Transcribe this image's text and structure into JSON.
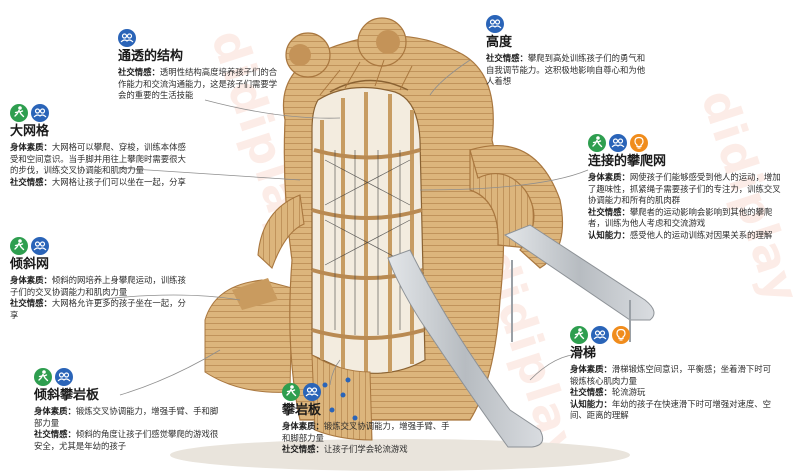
{
  "colors": {
    "physical_icon": "#2e9e4f",
    "social_icon": "#2a64b8",
    "cognitive_icon": "#f08c1c",
    "wood": "#d9b27a",
    "wood_dark": "#b8874c",
    "slide_steel": "#c8ccd0"
  },
  "icons": {
    "physical": "person-running-icon",
    "social": "people-group-icon",
    "cognitive": "lightbulb-icon"
  },
  "watermark": "didiplay",
  "callouts": [
    {
      "id": "transparent",
      "title": "通透的结构",
      "icons": [
        "social"
      ],
      "rows": [
        {
          "label": "社交情感：",
          "text": "透明性结构高度培养孩子们的合作能力和交流沟通能力，这是孩子们需要学会的重要的生活技能"
        }
      ]
    },
    {
      "id": "height",
      "title": "高度",
      "icons": [
        "social"
      ],
      "rows": [
        {
          "label": "社交情感：",
          "text": "攀爬到高处训练孩子们的勇气和自我调节能力。这积极地影响自尊心和为他人着想"
        }
      ]
    },
    {
      "id": "big-net",
      "title": "大网格",
      "icons": [
        "physical",
        "social"
      ],
      "rows": [
        {
          "label": "身体素质：",
          "text": "大网格可以攀爬、穿梭，训练本体感受和空间意识。当手脚并用往上攀爬时需要很大的步伐，训练交叉协调能和肌肉力量"
        },
        {
          "label": "社交情感：",
          "text": "大网格让孩子们可以坐在一起，分享"
        }
      ]
    },
    {
      "id": "climbing-net",
      "title": "连接的攀爬网",
      "icons": [
        "physical",
        "social",
        "cognitive"
      ],
      "rows": [
        {
          "label": "身体素质：",
          "text": "网使孩子们能够感受到他人的运动，增加了趣味性，抓紧绳子需要孩子们的专注力，训练交叉协调能力和所有的肌肉群"
        },
        {
          "label": "社交情感：",
          "text": "攀爬者的运动影响会影响到其他的攀爬者，训练为他人考虑和交流游戏"
        },
        {
          "label": "认知能力：",
          "text": "感受他人的运动训练对因果关系的理解"
        }
      ]
    },
    {
      "id": "incline-net",
      "title": "倾斜网",
      "icons": [
        "physical",
        "social"
      ],
      "rows": [
        {
          "label": "身体素质：",
          "text": "倾斜的网培养上身攀爬运动，训练孩子们的交叉协调能力和肌肉力量"
        },
        {
          "label": "社交情感：",
          "text": "大网格允许更多的孩子坐在一起，分享"
        }
      ]
    },
    {
      "id": "slide",
      "title": "滑梯",
      "icons": [
        "physical",
        "social",
        "cognitive"
      ],
      "rows": [
        {
          "label": "身体素质：",
          "text": "滑梯锻炼空间意识，平衡感；坐着滑下时可锻炼核心肌肉力量"
        },
        {
          "label": "社交情感：",
          "text": "轮流游玩"
        },
        {
          "label": "认知能力：",
          "text": "年幼的孩子在快速滑下时可增强对速度、空间、距离的理解"
        }
      ]
    },
    {
      "id": "incline-wall",
      "title": "倾斜攀岩板",
      "icons": [
        "physical",
        "social"
      ],
      "rows": [
        {
          "label": "身体素质：",
          "text": "锻炼交叉协调能力，增强手臂、手和脚部力量"
        },
        {
          "label": "社交情感：",
          "text": "倾斜的角度让孩子们感觉攀爬的游戏很安全，尤其是年幼的孩子"
        }
      ]
    },
    {
      "id": "climb-wall",
      "title": "攀岩板",
      "icons": [
        "physical",
        "social"
      ],
      "rows": [
        {
          "label": "身体素质：",
          "text": "锻炼交叉协调能力，增强手臂、手和脚部力量"
        },
        {
          "label": "社交情感：",
          "text": "让孩子们学会轮流游戏"
        }
      ]
    }
  ]
}
